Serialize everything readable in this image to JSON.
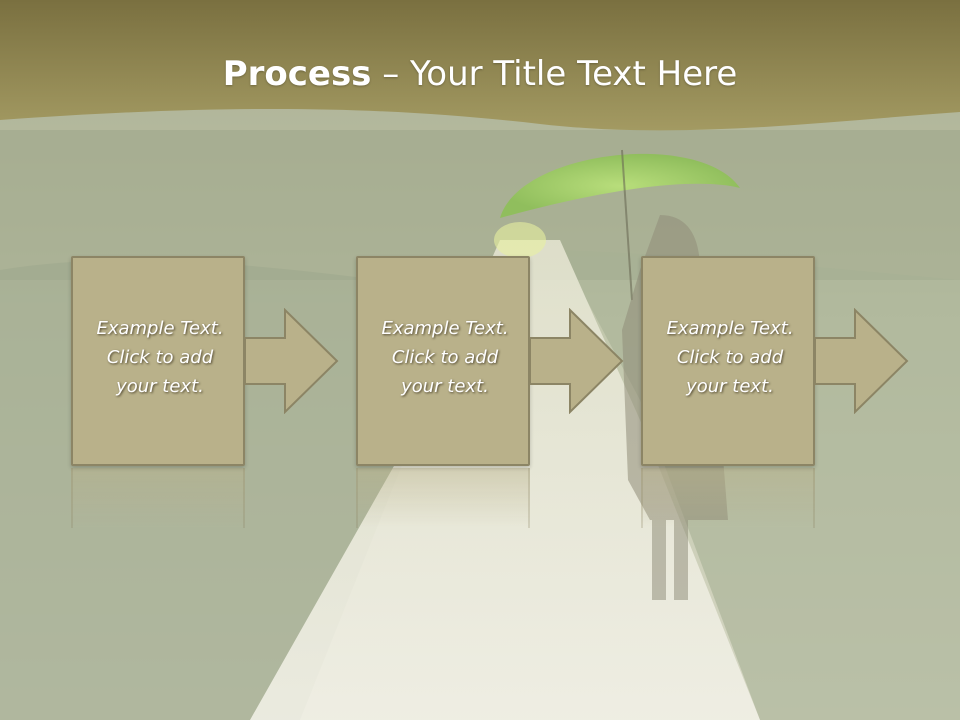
{
  "slide": {
    "title_bold": "Process",
    "title_rest": " – Your Title Text Here",
    "steps": [
      {
        "line1": "Example Text.",
        "line2": "Click  to add",
        "line3": "your text."
      },
      {
        "line1": "Example Text.",
        "line2": "Click  to add",
        "line3": "your text."
      },
      {
        "line1": "Example Text.",
        "line2": "Click  to add",
        "line3": "your text."
      }
    ]
  },
  "colors": {
    "header_band": "#8c8149",
    "box_fill": "#b9b18a",
    "box_border": "#8c8565",
    "background": "#c9cdb4"
  },
  "icons": [
    "right-arrow-icon"
  ]
}
